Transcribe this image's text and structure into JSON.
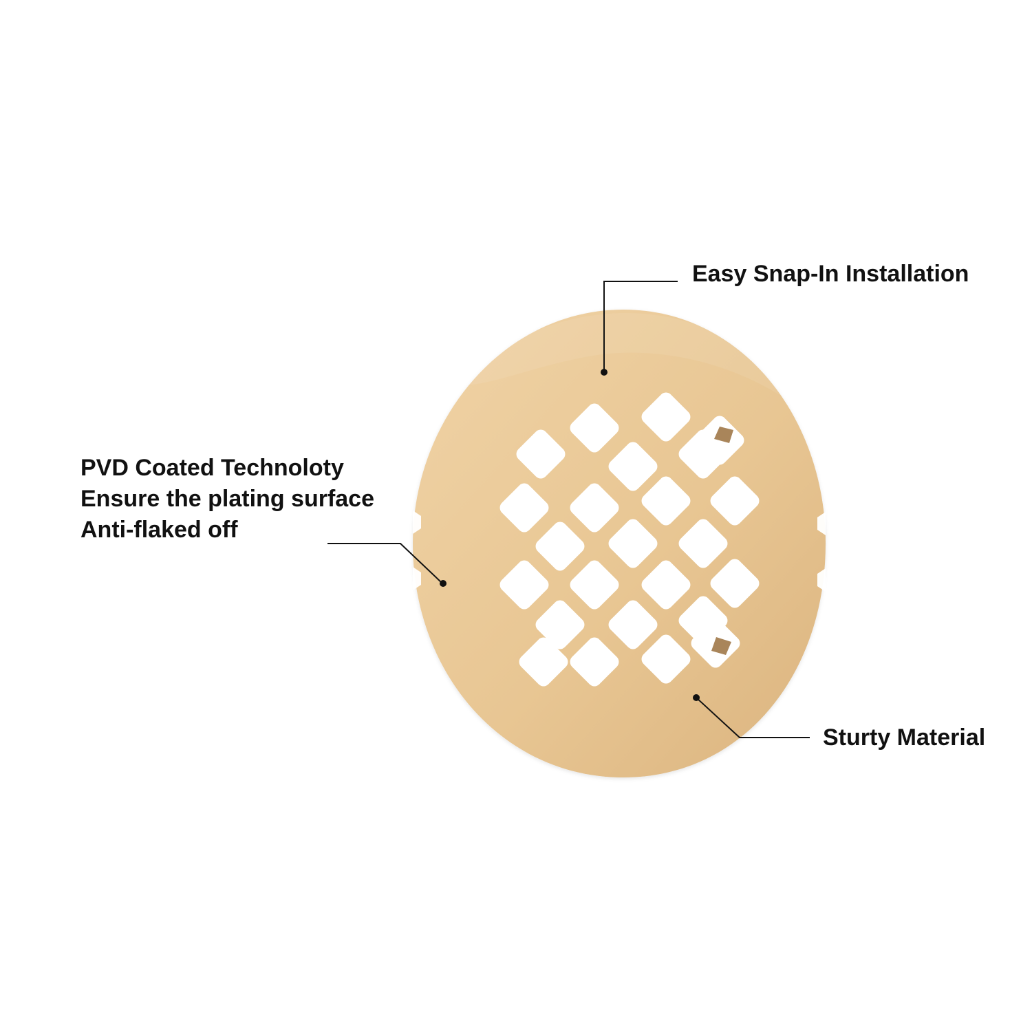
{
  "callouts": {
    "installation": "Easy Snap-In Installation",
    "coating": {
      "line1": "PVD Coated Technoloty",
      "line2": "Ensure the plating surface",
      "line3": "Anti-flaked off"
    },
    "material": "Sturty Material"
  },
  "colors": {
    "background": "#ffffff",
    "plate": "#e8c693",
    "plate_shadow": "#d7b07a",
    "hole": "#ffffff",
    "leader_line": "#111111",
    "text": "#111111",
    "clip": "#a9855a"
  },
  "product": {
    "name_icon": "drain-cover-image",
    "grid_holes": 26
  }
}
